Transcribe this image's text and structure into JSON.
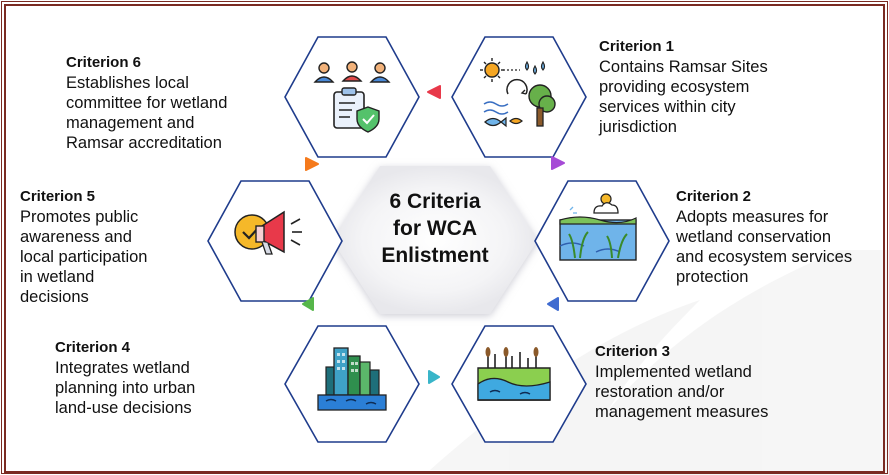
{
  "center": {
    "title": "6 Criteria\nfor WCA\nEnlistment"
  },
  "colors": {
    "frame": "#7a2a22",
    "hex_border": "#1f3c8c",
    "arrow_red": "#e8394a",
    "arrow_purple": "#a64bd6",
    "arrow_orange": "#f57a1c",
    "arrow_green": "#56b64a",
    "arrow_blue": "#3f6bd0",
    "arrow_teal": "#39b5c9"
  },
  "criteria": [
    {
      "title": "Criterion 1",
      "desc": "Contains Ramsar Sites\nproviding ecosystem\nservices within city\njurisdiction",
      "icon": "wetland-ecosystem-icon"
    },
    {
      "title": "Criterion 2",
      "desc": "Adopts measures for\nwetland conservation\nand ecosystem services\nprotection",
      "icon": "wetland-landscape-icon"
    },
    {
      "title": "Criterion 3",
      "desc": "Implemented wetland\nrestoration and/or\nmanagement measures",
      "icon": "wetland-restoration-icon"
    },
    {
      "title": "Criterion 4",
      "desc": "Integrates wetland\nplanning into urban\nland-use   decisions",
      "icon": "urban-city-icon"
    },
    {
      "title": "Criterion 5",
      "desc": "Promotes public\nawareness and\nlocal participation\nin wetland\ndecisions",
      "icon": "megaphone-icon"
    },
    {
      "title": "Criterion 6",
      "desc": "Establishes local\ncommittee for wetland\nmanagement and\nRamsar accreditation",
      "icon": "committee-icon"
    }
  ]
}
